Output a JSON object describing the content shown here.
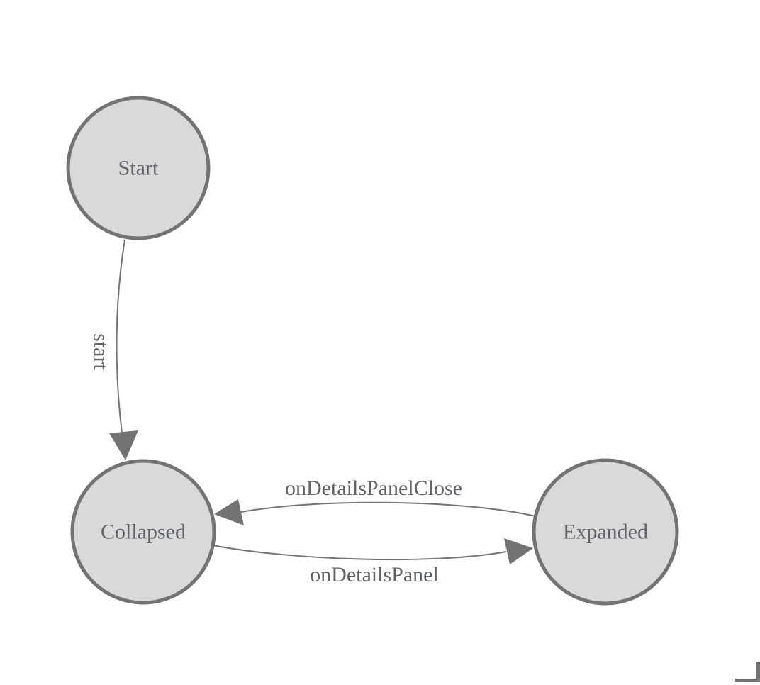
{
  "diagram": {
    "type": "state-machine",
    "nodes": [
      {
        "id": "start",
        "label": "Start"
      },
      {
        "id": "collapsed",
        "label": "Collapsed"
      },
      {
        "id": "expanded",
        "label": "Expanded"
      }
    ],
    "edges": [
      {
        "from": "Start",
        "to": "Collapsed",
        "label": "start"
      },
      {
        "from": "Expanded",
        "to": "Collapsed",
        "label": "onDetailsPanelClose"
      },
      {
        "from": "Collapsed",
        "to": "Expanded",
        "label": "onDetailsPanel"
      }
    ],
    "colors": {
      "background": "#ffffff",
      "node_fill": "#d9d9d9",
      "node_stroke": "#737373",
      "edge": "#737373",
      "text": "#5f6368"
    }
  }
}
